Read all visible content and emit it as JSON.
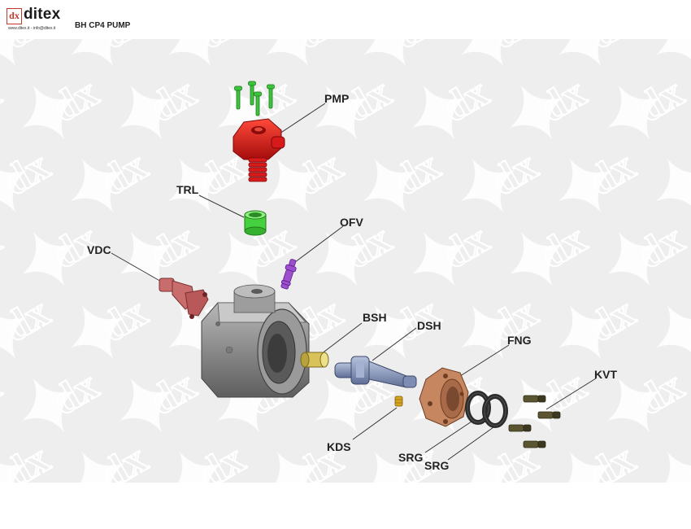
{
  "brand": {
    "mark": "dx",
    "name": "ditex",
    "contact": "www.ditex.it - info@ditex.it"
  },
  "title": "BH CP4 PUMP",
  "watermark_mark": "dx",
  "colors": {
    "pump_head": "#d81a1a",
    "screws_top": "#3cc43c",
    "tappet_roller": "#45d13f",
    "valve_ofv": "#9d4fd0",
    "vdc": "#c96c6c",
    "housing": "#8d8d8d",
    "bushing": "#d8c35a",
    "shaft": "#8797bd",
    "flange": "#c58660",
    "seal": "#2b2b2b",
    "screws_kvt": "#5b5531",
    "logo_red": "#c0392b"
  },
  "labels": {
    "pmp": "PMP",
    "trl": "TRL",
    "ofv": "OFV",
    "vdc": "VDC",
    "bsh": "BSH",
    "dsh": "DSH",
    "fng": "FNG",
    "kvt": "KVT",
    "kds": "KDS",
    "srg1": "SRG",
    "srg2": "SRG"
  }
}
